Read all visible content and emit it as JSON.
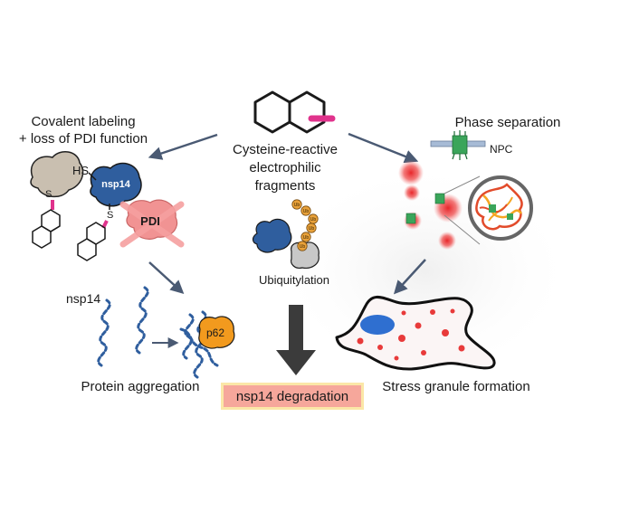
{
  "center": {
    "label_line1": "Cysteine-reactive",
    "label_line2": "electrophilic",
    "label_line3": "fragments",
    "ubiquitylation_label": "Ubiquitylation",
    "ub_chain": [
      "Ub",
      "Ub",
      "Ub",
      "Ub",
      "Ub",
      "Ub"
    ]
  },
  "left": {
    "title_line1": "Covalent labeling",
    "title_line2": "+ loss of PDI function",
    "nsp14_label": "nsp14",
    "pdi_label": "PDI",
    "hs_label": "HS",
    "s_label_1": "S",
    "s_label_2": "S"
  },
  "right": {
    "title": "Phase separation",
    "npc_label": "NPC"
  },
  "bottom_left": {
    "nsp14_label": "nsp14",
    "p62_label": "p62",
    "caption": "Protein aggregation"
  },
  "bottom_right": {
    "caption": "Stress granule formation"
  },
  "result": {
    "label": "nsp14 degradation"
  },
  "colors": {
    "arrow": "#4a5a73",
    "nsp14_blue": "#2f5e9e",
    "pdi_pink": "#f08a8a",
    "linker_magenta": "#e0338c",
    "ub_orange": "#e8a13a",
    "p62_orange": "#f29a1e",
    "granule_red": "#e83a3a",
    "result_fill": "#f6a79b",
    "result_border": "#fbe7a7"
  }
}
